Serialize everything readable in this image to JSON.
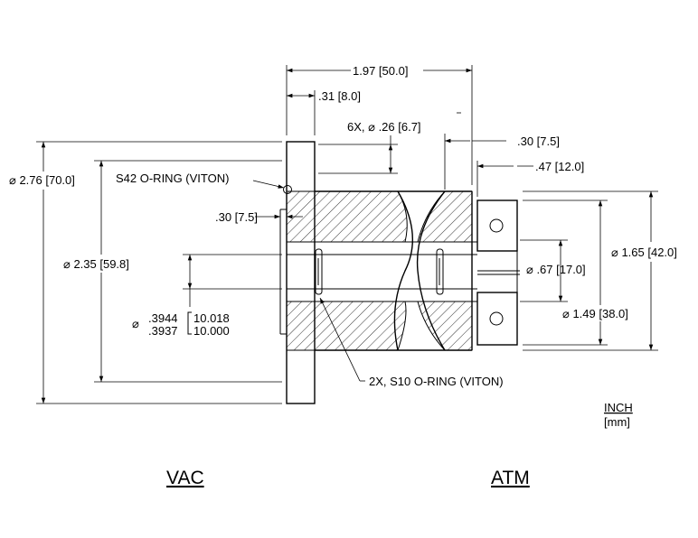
{
  "labels": {
    "d_overall_length": "1.97 [50.0]",
    "d_flange_thickness": ".31 [8.0]",
    "d_bolt_holes": "6X, ⌀ .26 [6.7]",
    "d_right_step_a": ".30 [7.5]",
    "d_right_step_b": ".47 [12.0]",
    "d_flange_od": "⌀ 2.76 [70.0]",
    "d_bolt_circle": "⌀ 2.35 [59.8]",
    "d_step_left": ".30 [7.5]",
    "note_s42": "S42 O-RING (VITON)",
    "note_s10": "2X, S10 O-RING (VITON)",
    "d_bore_prefix": "⌀",
    "d_bore_inch_max": ".3944",
    "d_bore_inch_min": ".3937",
    "d_bore_mm_max": "10.018",
    "d_bore_mm_min": "10.000",
    "d_body_od": "⌀ 1.65 [42.0]",
    "d_inner_od": "⌀ 1.49 [38.0]",
    "d_port": "⌀ .67 [17.0]",
    "units_primary": "INCH",
    "units_secondary": "[mm]",
    "side_left": "VAC",
    "side_right": "ATM"
  }
}
